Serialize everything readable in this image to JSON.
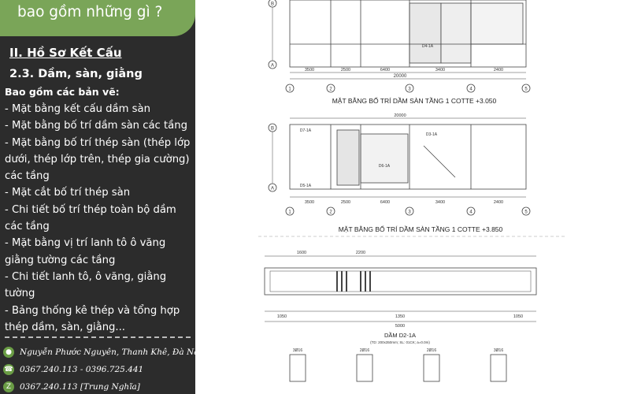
{
  "banner": {
    "title": "bao gồm những gì ?"
  },
  "section": {
    "title": "II. Hồ Sơ Kết Cấu",
    "subtitle": "2.3. Dầm, sàn, giằng",
    "intro": "Bao gồm các bản vẽ:"
  },
  "items": [
    "- Mặt bằng kết cấu dầm sàn",
    "- Mặt bằng bố trí dầm sàn các tầng",
    "- Mặt bằng bố trí thép sàn (thép lớp dưới, thép lớp trên, thép gia cường) các tầng",
    "- Mặt cắt bố trí thép sàn",
    "- Chi tiết bố trí thép toàn bộ dầm các tầng",
    "- Mặt bằng vị trí lanh tô ô văng giằng tường các tầng",
    "- Chi tiết lanh tô, ô văng, giằng tường",
    "- Bảng thống kê thép và tổng hợp thép dầm, sàn, giằng..."
  ],
  "contacts": [
    {
      "icon": "location-icon",
      "text": "Nguyễn Phước Nguyên, Thanh Khê, Đà Nẵng"
    },
    {
      "icon": "phone-icon",
      "text": "0367.240.113 - 0396.725.441"
    },
    {
      "icon": "zalo-icon",
      "text": "0367.240.113 [Trung Nghĩa]"
    }
  ],
  "drawing": {
    "plan1_title": "MẶT BẰNG BỐ TRÍ DẦM SÀN TẦNG 1 COTTE +3.050",
    "plan2_title": "MẶT BẰNG BỐ TRÍ DẦM SÀN TẦNG 1 COTTE +3.850",
    "beam_title": "DẦM D2-1A",
    "beam_subtitle": "(TD: 200x350mm; SL: 01CK; a=0.0m)",
    "axis_labels": [
      "1",
      "2",
      "3",
      "4",
      "5"
    ],
    "grid_row_labels": [
      "A",
      "B"
    ],
    "plan_dims": [
      "3500",
      "2500",
      "6400",
      "3400",
      "2400"
    ],
    "plan_total": "20000",
    "beam_dims": [
      "1600",
      "2200",
      "1050",
      "1350",
      "1050"
    ],
    "beam_total": "5000",
    "beam_labels": [
      "D5-1A",
      "D7-1A",
      "D4-1A",
      "D6-1A",
      "D2-1A",
      "D3-1A"
    ],
    "rebar_labels": [
      "3Ø16",
      "2Ø16",
      "2Ø16",
      "3Ø16"
    ]
  },
  "colors": {
    "panel": "#2c2c2c",
    "banner": "#7aa558",
    "icon": "#6a9d45"
  }
}
